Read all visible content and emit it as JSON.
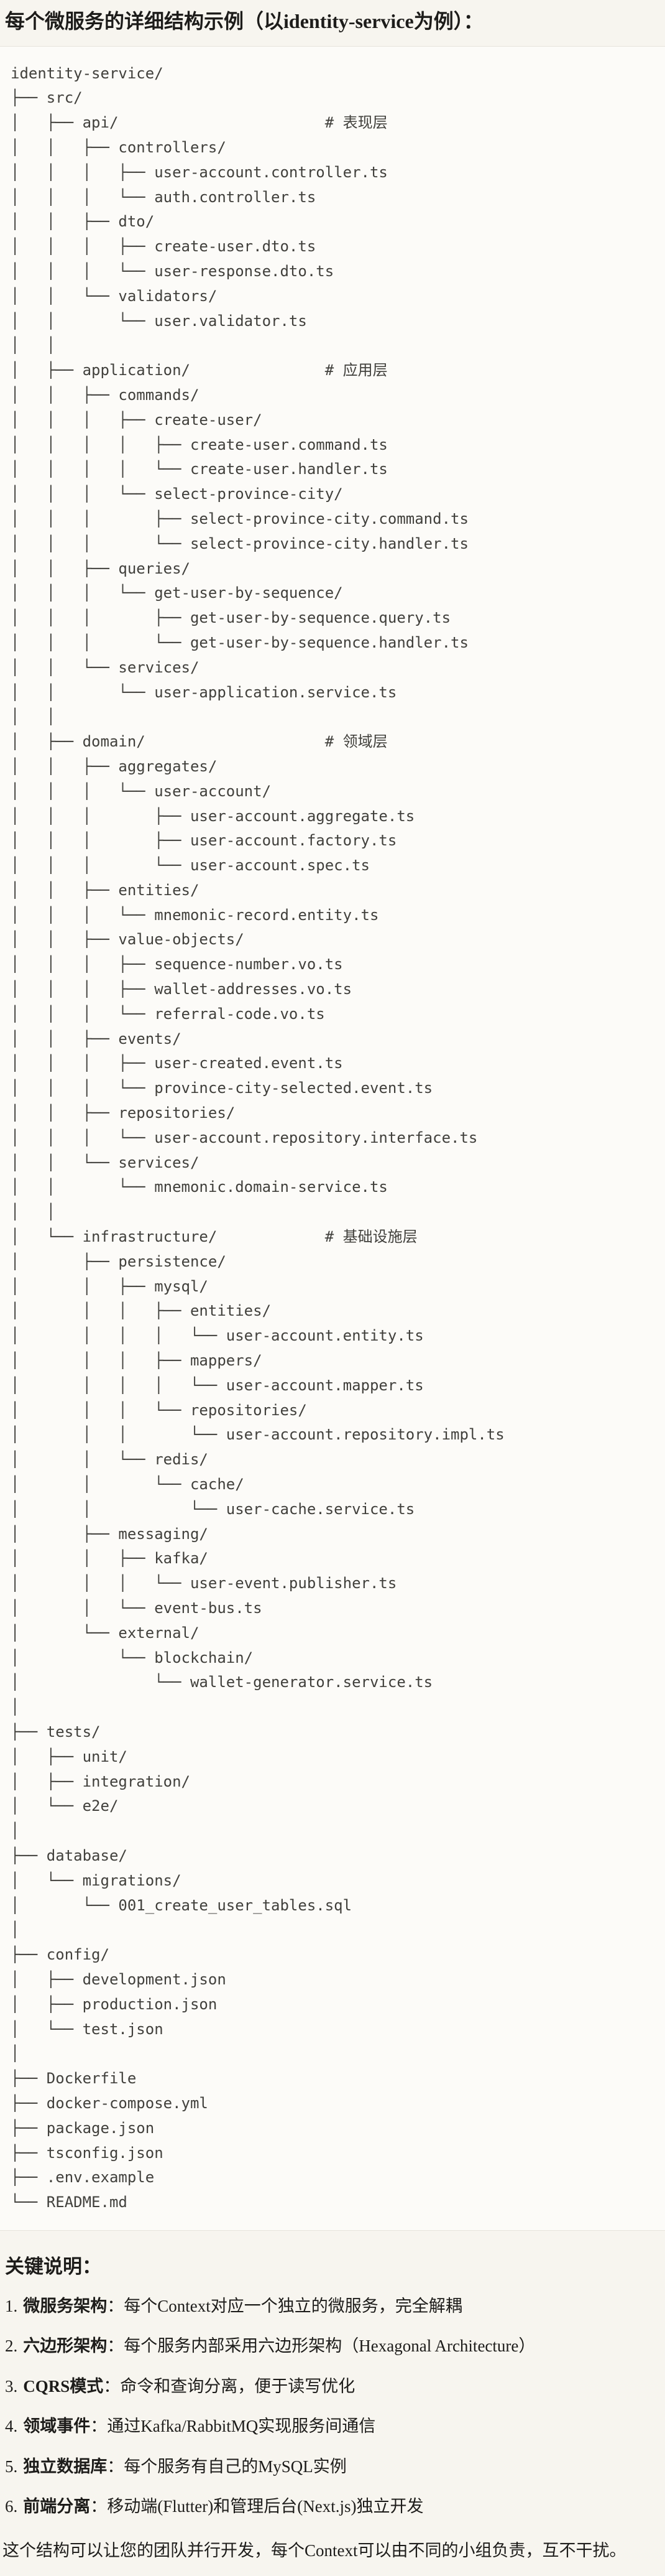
{
  "page": {
    "title": "每个微服务的详细结构示例（以identity-service为例）：",
    "notes_heading": "关键说明：",
    "closing": "这个结构可以让您的团队并行开发，每个Context可以由不同的小组负责，互不干扰。"
  },
  "colors": {
    "page_background": "#f7f5ef",
    "code_background": "#fcfbf8",
    "code_border": "#e7e4dc",
    "code_text": "#41403c",
    "body_text": "#1d1c1a"
  },
  "tree": {
    "lines": [
      "identity-service/",
      "├── src/",
      "│   ├── api/                       # 表现层",
      "│   │   ├── controllers/",
      "│   │   │   ├── user-account.controller.ts",
      "│   │   │   └── auth.controller.ts",
      "│   │   ├── dto/",
      "│   │   │   ├── create-user.dto.ts",
      "│   │   │   └── user-response.dto.ts",
      "│   │   └── validators/",
      "│   │       └── user.validator.ts",
      "│   │",
      "│   ├── application/               # 应用层",
      "│   │   ├── commands/",
      "│   │   │   ├── create-user/",
      "│   │   │   │   ├── create-user.command.ts",
      "│   │   │   │   └── create-user.handler.ts",
      "│   │   │   └── select-province-city/",
      "│   │   │       ├── select-province-city.command.ts",
      "│   │   │       └── select-province-city.handler.ts",
      "│   │   ├── queries/",
      "│   │   │   └── get-user-by-sequence/",
      "│   │   │       ├── get-user-by-sequence.query.ts",
      "│   │   │       └── get-user-by-sequence.handler.ts",
      "│   │   └── services/",
      "│   │       └── user-application.service.ts",
      "│   │",
      "│   ├── domain/                    # 领域层",
      "│   │   ├── aggregates/",
      "│   │   │   └── user-account/",
      "│   │   │       ├── user-account.aggregate.ts",
      "│   │   │       ├── user-account.factory.ts",
      "│   │   │       └── user-account.spec.ts",
      "│   │   ├── entities/",
      "│   │   │   └── mnemonic-record.entity.ts",
      "│   │   ├── value-objects/",
      "│   │   │   ├── sequence-number.vo.ts",
      "│   │   │   ├── wallet-addresses.vo.ts",
      "│   │   │   └── referral-code.vo.ts",
      "│   │   ├── events/",
      "│   │   │   ├── user-created.event.ts",
      "│   │   │   └── province-city-selected.event.ts",
      "│   │   ├── repositories/",
      "│   │   │   └── user-account.repository.interface.ts",
      "│   │   └── services/",
      "│   │       └── mnemonic.domain-service.ts",
      "│   │",
      "│   └── infrastructure/            # 基础设施层",
      "│       ├── persistence/",
      "│       │   ├── mysql/",
      "│       │   │   ├── entities/",
      "│       │   │   │   └── user-account.entity.ts",
      "│       │   │   ├── mappers/",
      "│       │   │   │   └── user-account.mapper.ts",
      "│       │   │   └── repositories/",
      "│       │   │       └── user-account.repository.impl.ts",
      "│       │   └── redis/",
      "│       │       └── cache/",
      "│       │           └── user-cache.service.ts",
      "│       ├── messaging/",
      "│       │   ├── kafka/",
      "│       │   │   └── user-event.publisher.ts",
      "│       │   └── event-bus.ts",
      "│       └── external/",
      "│           └── blockchain/",
      "│               └── wallet-generator.service.ts",
      "│",
      "├── tests/",
      "│   ├── unit/",
      "│   ├── integration/",
      "│   └── e2e/",
      "│",
      "├── database/",
      "│   └── migrations/",
      "│       └── 001_create_user_tables.sql",
      "│",
      "├── config/",
      "│   ├── development.json",
      "│   ├── production.json",
      "│   └── test.json",
      "│",
      "├── Dockerfile",
      "├── docker-compose.yml",
      "├── package.json",
      "├── tsconfig.json",
      "├── .env.example",
      "└── README.md"
    ]
  },
  "notes": [
    {
      "num": "1.",
      "label": "微服务架构",
      "sep": "：",
      "text": "每个Context对应一个独立的微服务，完全解耦"
    },
    {
      "num": "2.",
      "label": "六边形架构",
      "sep": "：",
      "text": "每个服务内部采用六边形架构（Hexagonal Architecture）"
    },
    {
      "num": "3.",
      "label": "CQRS模式",
      "sep": "：",
      "text": "命令和查询分离，便于读写优化"
    },
    {
      "num": "4.",
      "label": "领域事件",
      "sep": "：",
      "text": "通过Kafka/RabbitMQ实现服务间通信"
    },
    {
      "num": "5.",
      "label": "独立数据库",
      "sep": "：",
      "text": "每个服务有自己的MySQL实例"
    },
    {
      "num": "6.",
      "label": "前端分离",
      "sep": "：",
      "text": "移动端(Flutter)和管理后台(Next.js)独立开发"
    }
  ]
}
